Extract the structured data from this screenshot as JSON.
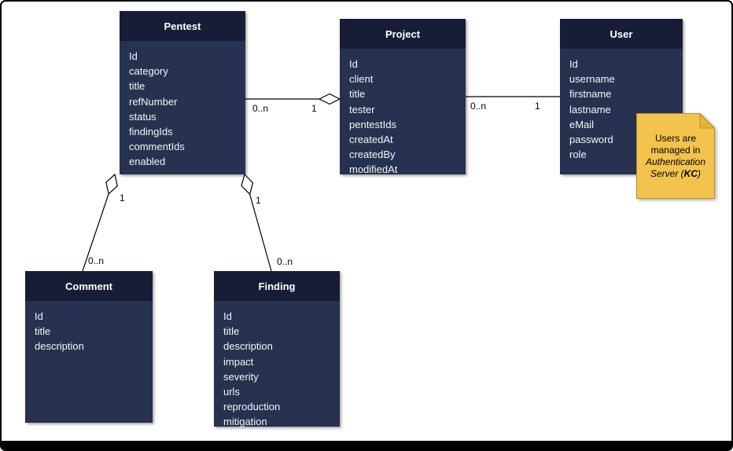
{
  "diagram": {
    "entities": {
      "pentest": {
        "title": "Pentest",
        "fields": [
          "Id",
          "category",
          "title",
          "refNumber",
          "status",
          "findingIds",
          "commentIds",
          "enabled"
        ]
      },
      "project": {
        "title": "Project",
        "fields": [
          "Id",
          "client",
          "title",
          "tester",
          "pentestIds",
          "createdAt",
          "createdBy",
          "modifiedAt"
        ]
      },
      "user": {
        "title": "User",
        "fields": [
          "Id",
          "username",
          "firstname",
          "lastname",
          "eMail",
          "password",
          "role"
        ]
      },
      "comment": {
        "title": "Comment",
        "fields": [
          "Id",
          "title",
          "description"
        ]
      },
      "finding": {
        "title": "Finding",
        "fields": [
          "Id",
          "title",
          "description",
          "impact",
          "severity",
          "urls",
          "reproduction",
          "mitigation"
        ]
      }
    },
    "connections": [
      {
        "source": "Pentest",
        "target": "Project",
        "source_label": "0..n",
        "target_label": "1",
        "aggregation_diamond_at": "target"
      },
      {
        "source": "Project",
        "target": "User",
        "source_label": "0..n",
        "target_label": "1",
        "aggregation_diamond_at": "none"
      },
      {
        "source": "Pentest",
        "target": "Comment",
        "source_label": "1",
        "target_label": "0..n",
        "aggregation_diamond_at": "source"
      },
      {
        "source": "Pentest",
        "target": "Finding",
        "source_label": "1",
        "target_label": "0..n",
        "aggregation_diamond_at": "source"
      }
    ],
    "note": {
      "text_normal": "Users are managed in ",
      "text_italic": "Authentication Server (",
      "text_bold_italic": "KC",
      "text_close": ")"
    },
    "colors": {
      "entity_header_bg": "#171d36",
      "entity_body_bg": "#273250",
      "entity_text": "#f5f5f5",
      "connector": "#000000",
      "note_fill": "#f2c34d",
      "note_border": "#b9902f",
      "canvas_bg": "#ffffff",
      "frame": "#000000"
    }
  }
}
